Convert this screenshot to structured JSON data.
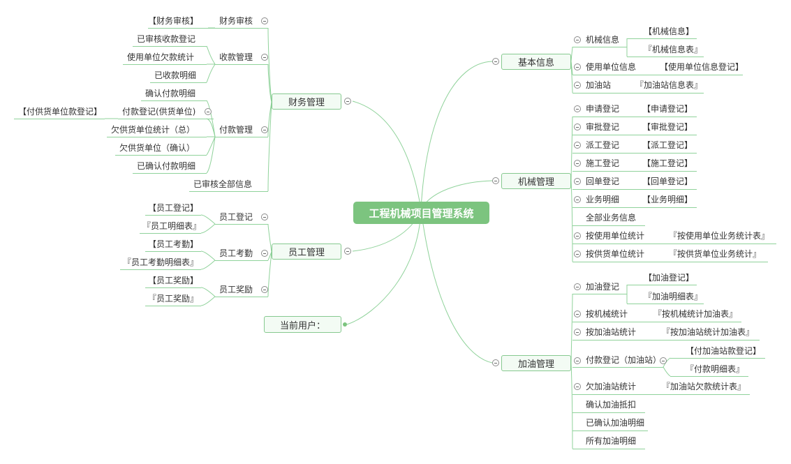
{
  "root": {
    "label": "工程机械项目管理系统"
  },
  "branches": {
    "finance": {
      "label": "财务管理",
      "audit": {
        "label": "财务审核",
        "leaf": "【财务审核】"
      },
      "receipt": {
        "label": "收款管理",
        "items": [
          "已审核收款登记",
          "使用单位欠款统计",
          "已收款明细"
        ]
      },
      "payment": {
        "label": "付款管理",
        "confirm": "确认付款明细",
        "register": {
          "label": "付款登记(供货单位)",
          "leaf": "【付供货单位款登记】"
        },
        "items": [
          "欠供货单位统计（总）",
          "欠供货单位（确认）",
          "已确认付款明细"
        ]
      },
      "all_audited": "已审核全部信息"
    },
    "staff": {
      "label": "员工管理",
      "register": {
        "label": "员工登记",
        "leaves": [
          "【员工登记】",
          "『员工明细表』"
        ]
      },
      "attendance": {
        "label": "员工考勤",
        "leaves": [
          "【员工考勤】",
          "『员工考勤明细表』"
        ]
      },
      "reward": {
        "label": "员工奖励",
        "leaves": [
          "【员工奖励】",
          "『员工奖励』"
        ]
      }
    },
    "user": {
      "label": "当前用户："
    },
    "basic": {
      "label": "基本信息",
      "machine": {
        "label": "机械信息",
        "leaves": [
          "【机械信息】",
          "『机械信息表』"
        ]
      },
      "unit": {
        "label": "使用单位信息",
        "leaf": "【使用单位信息登记】"
      },
      "station": {
        "label": "加油站",
        "leaf": "『加油站信息表』"
      }
    },
    "machinery": {
      "label": "机械管理",
      "items": [
        {
          "label": "申请登记",
          "leaf": "【申请登记】"
        },
        {
          "label": "审批登记",
          "leaf": "【审批登记】"
        },
        {
          "label": "派工登记",
          "leaf": "【派工登记】"
        },
        {
          "label": "施工登记",
          "leaf": "【施工登记】"
        },
        {
          "label": "回单登记",
          "leaf": "【回单登记】"
        },
        {
          "label": "业务明细",
          "leaf": "【业务明细】"
        }
      ],
      "all_business": "全部业务信息",
      "by_unit": {
        "label": "按使用单位统计",
        "leaf": "『按使用单位业务统计表』"
      },
      "by_supplier": {
        "label": "按供货单位统计",
        "leaf": "『按供货单位业务统计』"
      }
    },
    "fuel": {
      "label": "加油管理",
      "register": {
        "label": "加油登记",
        "leaves": [
          "【加油登记】",
          "『加油明细表』"
        ]
      },
      "by_machine": {
        "label": "按机械统计",
        "leaf": "『按机械统计加油表』"
      },
      "by_station": {
        "label": "按加油站统计",
        "leaf": "『按加油站统计加油表』"
      },
      "payment": {
        "label": "付款登记（加油站）",
        "leaves": [
          "【付加油站款登记】",
          "『付款明细表』"
        ]
      },
      "arrears": {
        "label": "欠加油站统计",
        "leaf": "『加油站欠款统计表』"
      },
      "confirm_deduct": "确认加油抵扣",
      "confirmed_detail": "已确认加油明细",
      "all_detail": "所有加油明细"
    }
  },
  "colors": {
    "link": "#8fd29a",
    "root_fill": "#7cc47f",
    "node_border": "#86c98f",
    "node_fill": "#f3fbf4",
    "text": "#333333"
  }
}
